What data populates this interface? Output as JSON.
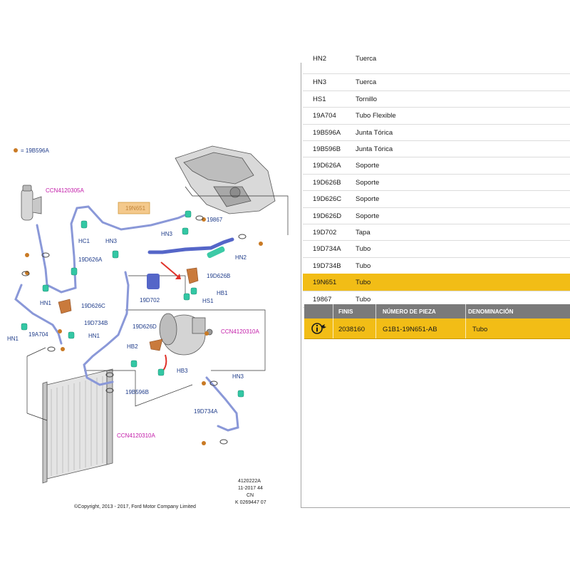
{
  "diagram": {
    "legend": "= 19B596A",
    "highlight_label": "19N651",
    "labels": {
      "ccn1": "CCN4120305A",
      "ccn2": "CCN4120310A",
      "ccn3": "CCN4120310A",
      "hc1": "HC1",
      "hn3a": "HN3",
      "hn3b": "HN3",
      "hn3c": "HN3",
      "p19867": "19867",
      "hn2": "HN2",
      "d626a": "19D626A",
      "d626b": "19D626B",
      "d626c": "19D626C",
      "d626d": "19D626D",
      "hb1": "HB1",
      "hs1": "HS1",
      "d702": "19D702",
      "hn1a": "HN1",
      "hn1b": "HN1",
      "hn1c": "HN1",
      "a704": "19A704",
      "d734b": "19D734B",
      "d734a": "19D734A",
      "hb2": "HB2",
      "hb3": "HB3",
      "b596b": "19B596B"
    },
    "footer": {
      "line1": "4120222A",
      "line2": "11-2017 44",
      "line3": "CN",
      "line4": "K 0269447 07",
      "copyright": "©Copyright, 2013 - 2017, Ford Motor Company Limited"
    }
  },
  "parts": [
    {
      "code": "HN2",
      "desc": "Tuerca",
      "selected": false
    },
    {
      "code": "HN3",
      "desc": "Tuerca",
      "selected": false
    },
    {
      "code": "HS1",
      "desc": "Tornillo",
      "selected": false
    },
    {
      "code": "19A704",
      "desc": "Tubo Flexible",
      "selected": false
    },
    {
      "code": "19B596A",
      "desc": "Junta Tórica",
      "selected": false
    },
    {
      "code": "19B596B",
      "desc": "Junta Tórica",
      "selected": false
    },
    {
      "code": "19D626A",
      "desc": "Soporte",
      "selected": false
    },
    {
      "code": "19D626B",
      "desc": "Soporte",
      "selected": false
    },
    {
      "code": "19D626C",
      "desc": "Soporte",
      "selected": false
    },
    {
      "code": "19D626D",
      "desc": "Soporte",
      "selected": false
    },
    {
      "code": "19D702",
      "desc": "Tapa",
      "selected": false
    },
    {
      "code": "19D734A",
      "desc": "Tubo",
      "selected": false
    },
    {
      "code": "19D734B",
      "desc": "Tubo",
      "selected": false
    },
    {
      "code": "19N651",
      "desc": "Tubo",
      "selected": true
    },
    {
      "code": "19867",
      "desc": "Tubo",
      "selected": false
    }
  ],
  "sub_table": {
    "headers": {
      "finis": "FINIS",
      "part_number": "NÚMERO DE PIEZA",
      "denomination": "DENOMINACIÓN"
    },
    "row": {
      "icon": "info-pointer-icon",
      "finis": "2038160",
      "part_number": "G1B1-19N651-AB",
      "denomination": "Tubo"
    }
  },
  "colors": {
    "selected": "#f2bd16",
    "header": "#7a7a7a",
    "tube": "#7f8fd6",
    "pipe": "#5566c8",
    "clip": "#33c7a4"
  }
}
